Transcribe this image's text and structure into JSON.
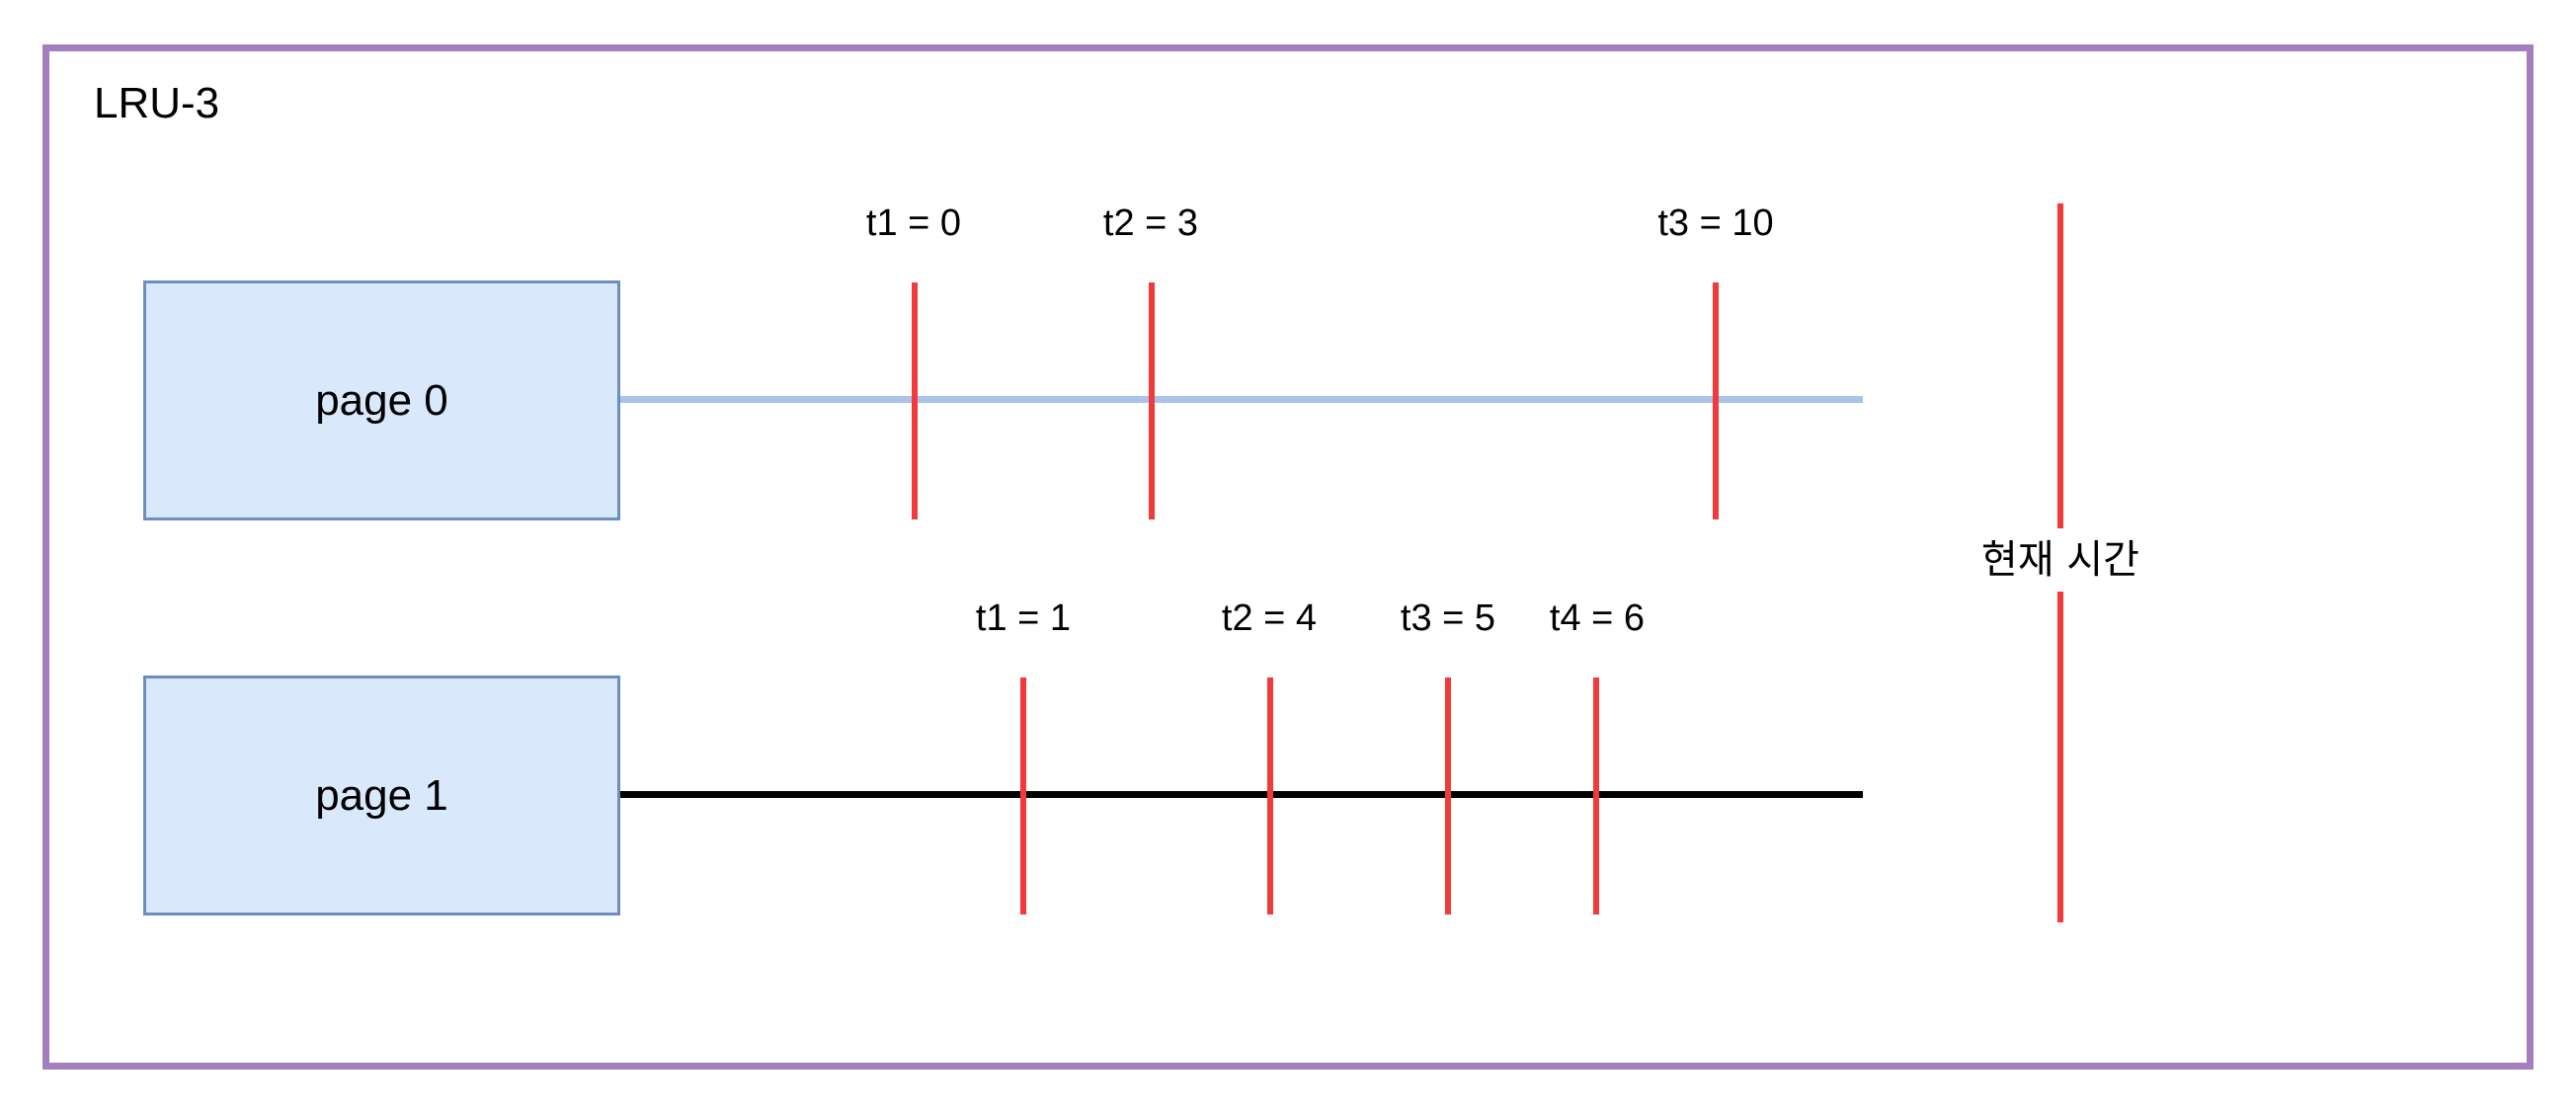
{
  "title": "LRU-3",
  "pages": [
    {
      "label": "page 0",
      "line_color": "#a9c4eb",
      "references": [
        "t1 = 0",
        "t2 = 3",
        "t3 = 10"
      ]
    },
    {
      "label": "page 1",
      "line_color": "#000000",
      "references": [
        "t1 = 1",
        "t2 = 4",
        "t3 = 5",
        "t4 = 6"
      ]
    }
  ],
  "current_time": {
    "label": "현재 시간",
    "color": "#f23a3a"
  },
  "colors": {
    "frame_border": "#a47fbd",
    "page_fill": "#dae8fc",
    "page_border": "#6c8ebf",
    "tick": "#f23a3a"
  }
}
